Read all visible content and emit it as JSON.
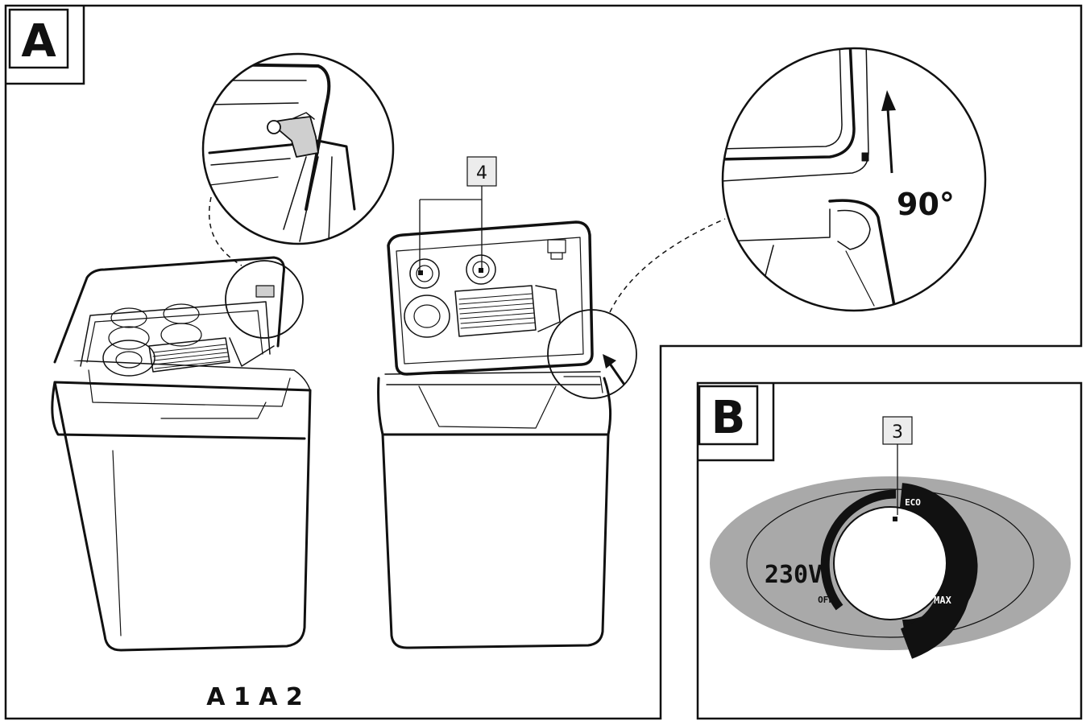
{
  "panel_a": {
    "label": "A",
    "callout_4": "4",
    "angle": "90°",
    "caption": "A 1 A 2"
  },
  "panel_b": {
    "label": "B",
    "callout_3": "3",
    "dial": {
      "voltage": "230V",
      "off": "OFF",
      "eco": "ECO",
      "max": "MAX"
    }
  },
  "colors": {
    "line": "#111111",
    "panel_gray": "#a9a9a9",
    "callout_fill": "#ececec",
    "hinge_gray": "#cfcfcf"
  }
}
